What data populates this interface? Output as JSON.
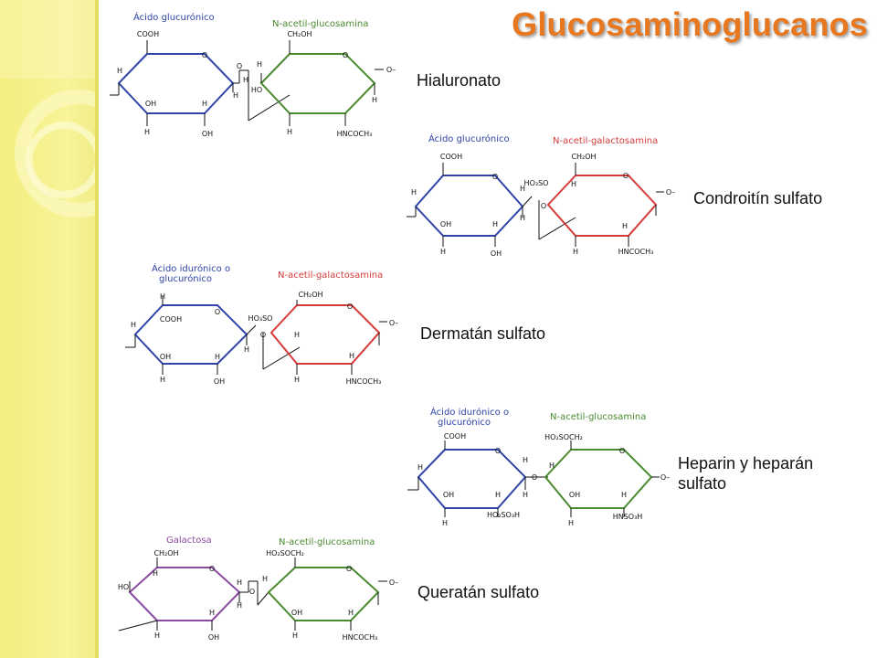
{
  "slide": {
    "title": "Glucosaminoglucanos",
    "colors": {
      "title": "#e8781f",
      "uronic": "#2e44a8",
      "glucosamine": "#4a8a30",
      "galactosamine": "#d43a3a",
      "galactose": "#8a4aa0",
      "band": "#f5f18a"
    }
  },
  "structures": [
    {
      "name": "Hialuronato",
      "left_sugar": {
        "name": "Ácido glucurónico",
        "color": "blue",
        "substituents": [
          "COOH",
          "O",
          "H",
          "H",
          "OH",
          "H",
          "H",
          "OH"
        ]
      },
      "right_sugar": {
        "name": "N-acetil-glucosamina",
        "color": "green",
        "substituents": [
          "CH₂OH",
          "O",
          "O–",
          "H",
          "HO",
          "H",
          "H",
          "HNCOCH₃"
        ]
      },
      "linkage": {
        "left_atom": "O",
        "left_h": "H"
      }
    },
    {
      "name": "Condroitín sulfato",
      "left_sugar": {
        "name": "Ácido glucurónico",
        "color": "blue",
        "substituents": [
          "COOH",
          "O",
          "H",
          "H",
          "OH",
          "H",
          "H",
          "OH"
        ]
      },
      "right_sugar": {
        "name": "N-acetil-galactosamina",
        "color": "red",
        "substituents": [
          "CH₂OH",
          "O",
          "O–",
          "HO₃SO",
          "H",
          "H",
          "H",
          "HNCOCH₃"
        ]
      },
      "linkage": {
        "left_atom": "O",
        "left_h": "H"
      }
    },
    {
      "name": "Dermatán sulfato",
      "left_sugar": {
        "name": "Ácido idurónico o glucurónico",
        "color": "blue",
        "substituents": [
          "COOH",
          "H",
          "O",
          "H",
          "OH",
          "H",
          "H",
          "OH"
        ]
      },
      "right_sugar": {
        "name": "N-acetil-galactosamina",
        "color": "red",
        "substituents": [
          "CH₂OH",
          "O",
          "O–",
          "HO₃SO",
          "H",
          "H",
          "H",
          "HNCOCH₃"
        ]
      },
      "linkage": {
        "left_atom": "O",
        "left_h": "H"
      }
    },
    {
      "name": "Heparin y heparán sulfato",
      "name_lines": [
        "Heparin y heparán",
        "sulfato"
      ],
      "left_sugar": {
        "name": "Ácido idurónico o glucurónico",
        "color": "blue",
        "substituents": [
          "COOH",
          "O",
          "H",
          "H",
          "OH",
          "H",
          "H",
          "HO₂SO₃H"
        ]
      },
      "right_sugar": {
        "name": "N-acetil-glucosamina",
        "color": "green",
        "substituents": [
          "HO₂SOCH₂",
          "O",
          "O–",
          "H",
          "OH",
          "H",
          "H",
          "HNSO₃H"
        ]
      },
      "linkage": {
        "left_atom": "O",
        "left_h": "H"
      }
    },
    {
      "name": "Queratán sulfato",
      "left_sugar": {
        "name": "Galactosa",
        "color": "purple",
        "substituents": [
          "CH₂OH",
          "O",
          "HO",
          "H",
          "H",
          "H",
          "OH",
          "H"
        ]
      },
      "right_sugar": {
        "name": "N-acetil-glucosamina",
        "color": "green",
        "substituents": [
          "HO₂SOCH₂",
          "O",
          "O–",
          "H",
          "OH",
          "H",
          "H",
          "HNCOCH₃"
        ]
      },
      "linkage": {
        "left_atom": "O",
        "left_h": "H"
      }
    }
  ]
}
